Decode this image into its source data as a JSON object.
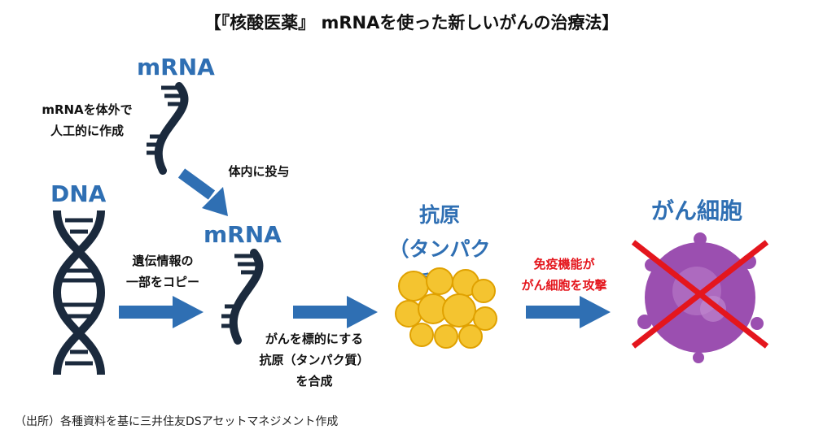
{
  "title": "【『核酸医薬』 mRNAを使った新しいがんの治療法】",
  "labels": {
    "mrna_top": "mRNA",
    "mrna_top_note": [
      "mRNAを体外で",
      "人工的に作成"
    ],
    "dna": "DNA",
    "inject": "体内に投与",
    "mrna_mid": "mRNA",
    "copy": [
      "遺伝情報の",
      "一部をコピー"
    ],
    "target": [
      "がんを標的にする",
      "抗原（タンパク質）",
      "を合成"
    ],
    "antigen": [
      "抗原",
      "（タンパク質）"
    ],
    "immune": [
      "免疫機能が",
      "がん細胞を攻撃"
    ],
    "cancer": "がん細胞"
  },
  "source": "（出所）各種資料を基に三井住友DSアセットマネジメント作成",
  "colors": {
    "arrow": "#2f6fb3",
    "heading_blue": "#2f6fb3",
    "helix": "#1b2a3d",
    "antigen_fill": "#f4c430",
    "cancer_fill": "#9b4fb0",
    "cross": "#e4161d"
  }
}
